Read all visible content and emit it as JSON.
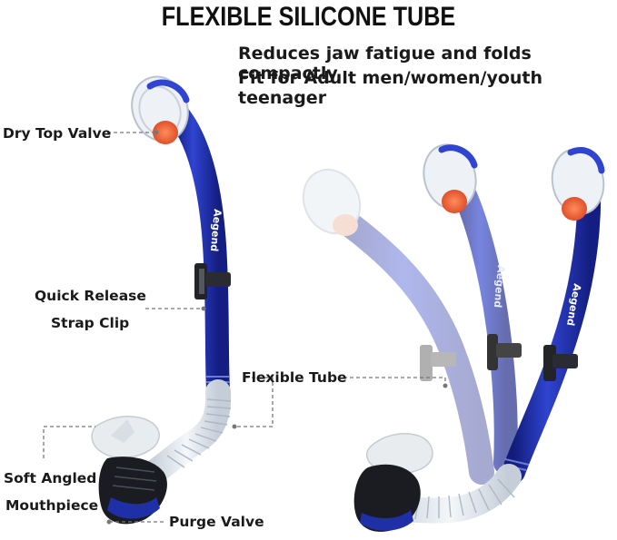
{
  "title": "FLEXIBLE SILICONE TUBE",
  "subtitle_lines": [
    "Reduces jaw fatigue and folds compactly",
    "Fit for Adult men/women/youth teenager"
  ],
  "callouts": {
    "dry_top_valve": "Dry Top Valve",
    "quick_release_line1": "Quick Release",
    "quick_release_line2": "Strap Clip",
    "flexible_tube": "Flexible Tube",
    "soft_angled_line1": "Soft Angled",
    "soft_angled_line2": "Mouthpiece",
    "purge_valve": "Purge Valve"
  },
  "brand_marking": "Aegend",
  "colors": {
    "tube_blue": "#1f2fa8",
    "valve_orange": "#f06a3a",
    "silicone_clear": "#dfe6ee",
    "purge_black": "#1a1c22",
    "leader_line": "#777777"
  }
}
